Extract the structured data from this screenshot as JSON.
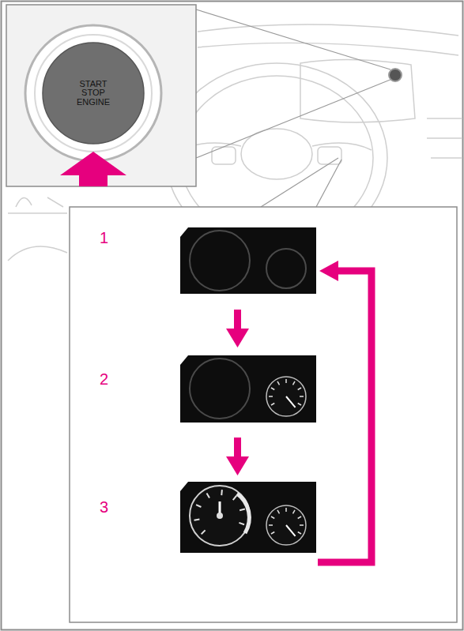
{
  "diagram": {
    "nodes": [
      {
        "text": [
          "START STOP ENGINE"
        ]
      }
    ],
    "labels": [
      "1",
      "2",
      "3"
    ]
  }
}
